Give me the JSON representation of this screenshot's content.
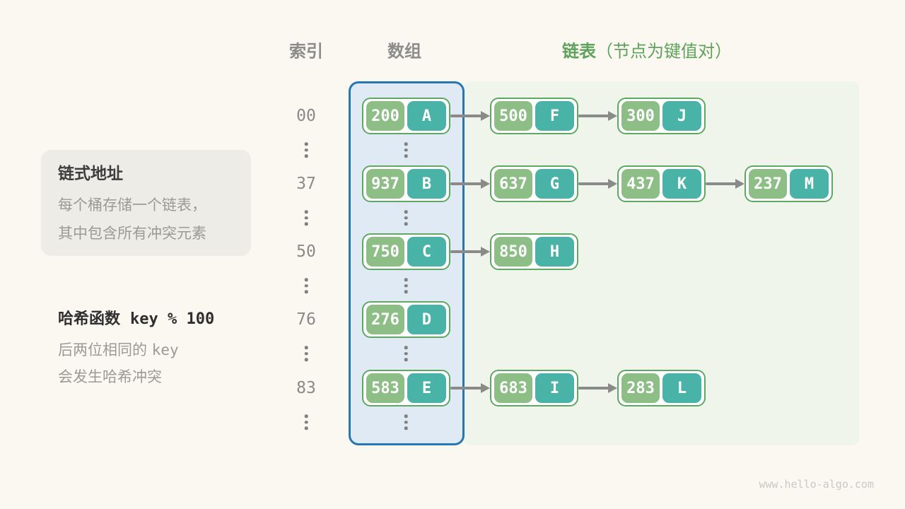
{
  "headers": {
    "index": "索引",
    "array": "数组",
    "list": "链表",
    "list_note": "（节点为键值对）"
  },
  "info_box": {
    "title": "链式地址",
    "lines": [
      "每个桶存储一个链表，",
      "其中包含所有冲突元素"
    ]
  },
  "hash_note": {
    "title_text": "哈希函数",
    "title_code": "key % 100",
    "line1_text": "后两位相同的",
    "line1_code": "key",
    "line2": "会发生哈希冲突"
  },
  "table": {
    "ellipsis": "⋮",
    "rows": [
      {
        "index": "00",
        "bucket": {
          "key": "200",
          "value": "A"
        },
        "chain": [
          {
            "key": "500",
            "value": "F"
          },
          {
            "key": "300",
            "value": "J"
          }
        ]
      },
      {
        "index": "37",
        "bucket": {
          "key": "937",
          "value": "B"
        },
        "chain": [
          {
            "key": "637",
            "value": "G"
          },
          {
            "key": "437",
            "value": "K"
          },
          {
            "key": "237",
            "value": "M"
          }
        ]
      },
      {
        "index": "50",
        "bucket": {
          "key": "750",
          "value": "C"
        },
        "chain": [
          {
            "key": "850",
            "value": "H"
          }
        ]
      },
      {
        "index": "76",
        "bucket": {
          "key": "276",
          "value": "D"
        },
        "chain": []
      },
      {
        "index": "83",
        "bucket": {
          "key": "583",
          "value": "E"
        },
        "chain": [
          {
            "key": "683",
            "value": "I"
          },
          {
            "key": "283",
            "value": "L"
          }
        ]
      }
    ]
  },
  "watermark": "www.hello-algo.com",
  "colors": {
    "page_bg": "#FAF8F1",
    "array_fill": "#DFEAF4",
    "array_border": "#2677B2",
    "list_fill": "#EFF5EB",
    "node_border": "#5FA863",
    "key_bg": "#8CBE86",
    "value_bg": "#49B3A7",
    "header_green": "#5FA25B",
    "arrow_gray": "#8A8A8A",
    "panel_bg": "#EDECE7"
  }
}
